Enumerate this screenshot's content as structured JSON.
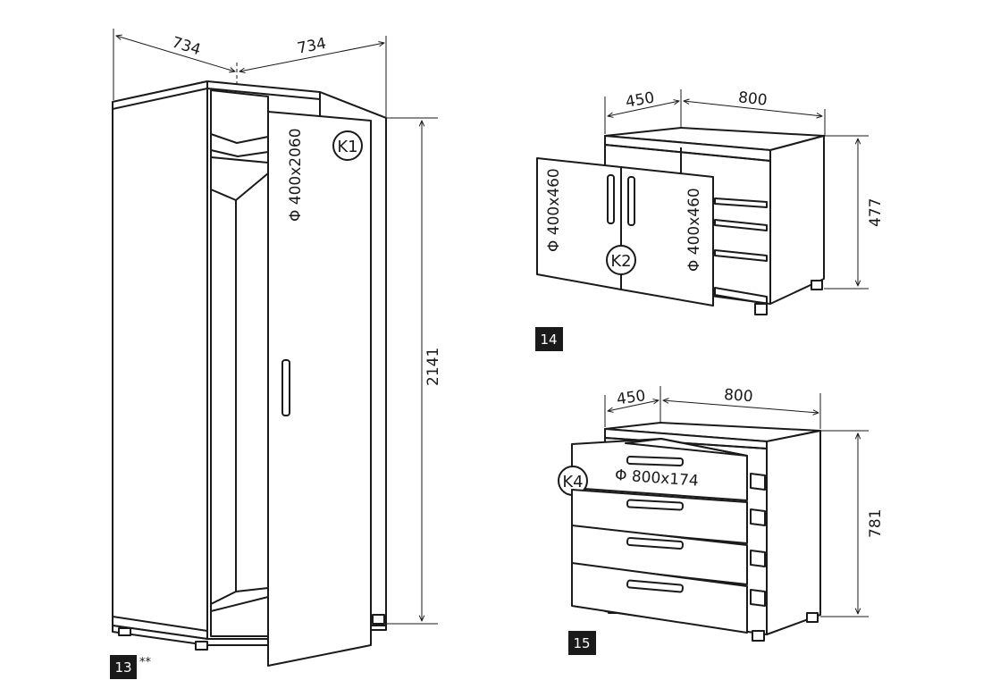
{
  "item13": {
    "badge": "13",
    "note": "**",
    "width_left": "734",
    "width_right": "734",
    "height": "2141",
    "door_label": "Φ 400x2060",
    "door_code": "K1"
  },
  "item14": {
    "badge": "14",
    "depth": "450",
    "width": "800",
    "height": "477",
    "door_left_label": "Φ 400x460",
    "door_right_label": "Φ 400x460",
    "door_code": "K2"
  },
  "item15": {
    "badge": "15",
    "depth": "450",
    "width": "800",
    "height": "781",
    "drawer_label": "Φ 800x174",
    "drawer_code": "K4"
  }
}
